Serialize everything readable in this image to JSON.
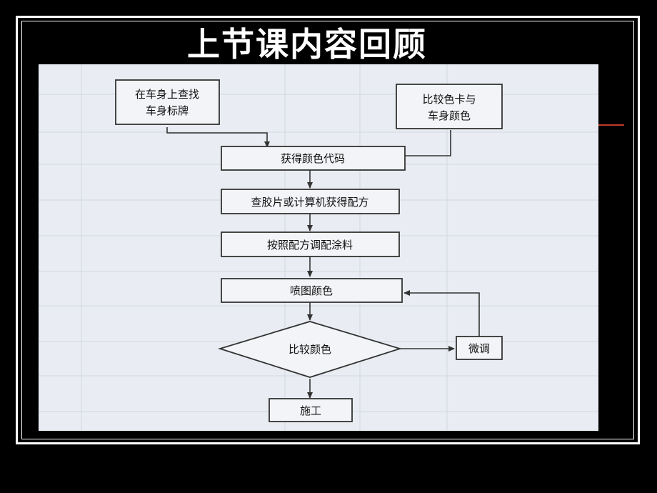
{
  "slide": {
    "title": "上节课内容回顾"
  },
  "flowchart": {
    "start_left_line1": "在车身上查找",
    "start_left_line2": "车身标牌",
    "start_right_line1": "比较色卡与",
    "start_right_line2": "车身颜色",
    "step_get_code": "获得颜色代码",
    "step_find_formula": "查胶片或计算机获得配方",
    "step_mix_paint": "按照配方调配涂料",
    "step_spray": "喷图颜色",
    "decision_compare": "比较颜色",
    "step_adjust": "微调",
    "step_apply": "施工"
  },
  "colors": {
    "background": "#000000",
    "scan_paper": "#e9edf3",
    "accent": "#c0392b"
  }
}
